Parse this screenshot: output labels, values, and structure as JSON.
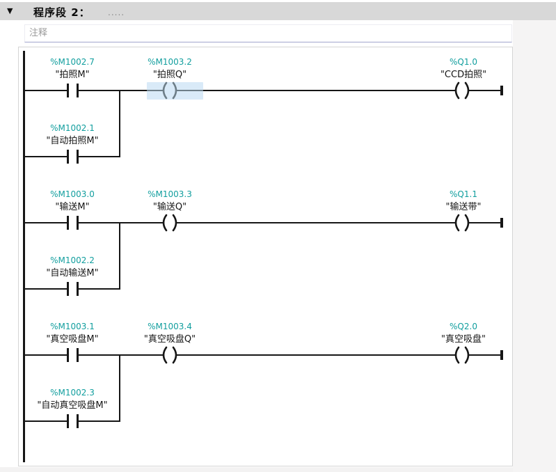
{
  "header": {
    "collapse_icon": "▼",
    "title": "程序段 2：",
    "title_placeholder": "....."
  },
  "comment": {
    "placeholder": "注释"
  },
  "colors": {
    "address_text": "#119e9e",
    "wire": "#161616",
    "selection_highlight": "#d9eaf8",
    "selected_symbol": "#6e7e88",
    "header_bar": "#d8d8d8"
  },
  "rungs": [
    {
      "contact": {
        "address": "%M1002.7",
        "name": "\"拍照M\""
      },
      "mid_coil": {
        "address": "%M1003.2",
        "name": "\"拍照Q\"",
        "selected": true
      },
      "output": {
        "address": "%Q1.0",
        "name": "\"CCD拍照\""
      },
      "branch": {
        "address": "%M1002.1",
        "name": "\"自动拍照M\""
      }
    },
    {
      "contact": {
        "address": "%M1003.0",
        "name": "\"输送M\""
      },
      "mid_coil": {
        "address": "%M1003.3",
        "name": "\"输送Q\"",
        "selected": false
      },
      "output": {
        "address": "%Q1.1",
        "name": "\"输送带\""
      },
      "branch": {
        "address": "%M1002.2",
        "name": "\"自动输送M\""
      }
    },
    {
      "contact": {
        "address": "%M1003.1",
        "name": "\"真空吸盘M\""
      },
      "mid_coil": {
        "address": "%M1003.4",
        "name": "\"真空吸盘Q\"",
        "selected": false
      },
      "output": {
        "address": "%Q2.0",
        "name": "\"真空吸盘\""
      },
      "branch": {
        "address": "%M1002.3",
        "name": "\"自动真空吸盘M\""
      }
    }
  ]
}
